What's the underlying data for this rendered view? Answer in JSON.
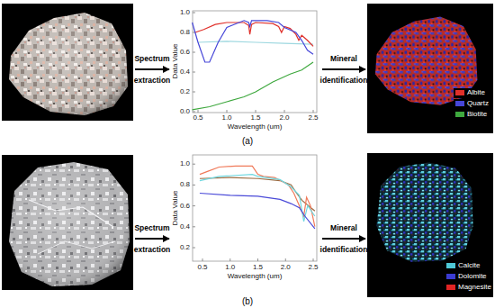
{
  "diagram": {
    "nodes": [
      {
        "text": []
      },
      {
        "text": [
          "Data Value",
          "Wavelength (um)"
        ]
      },
      {
        "text": []
      },
      {
        "text": []
      },
      {
        "text": [
          "Data Value",
          "Wavelength (um)"
        ]
      },
      {
        "text": []
      }
    ],
    "edges": [
      {
        "from": 0,
        "to": 1,
        "arrow": "to",
        "label": "Spectrum extraction"
      },
      {
        "from": 1,
        "to": 2,
        "arrow": "to",
        "label": "Mineral identification"
      },
      {
        "from": 3,
        "to": 4,
        "arrow": "to",
        "label": "Spectrum extraction"
      },
      {
        "from": 4,
        "to": 5,
        "arrow": "to",
        "label": "Mineral identification"
      }
    ],
    "labels": [
      "1.0",
      "0.8",
      "0.6",
      "0.4",
      "0.2",
      "0.0",
      "0.5",
      "1.0",
      "1.5",
      "2.0",
      "2.5",
      "(a)",
      "1.0",
      "0.8",
      "0.6",
      "0.4",
      "0.2",
      "0.5",
      "1.0",
      "1.5",
      "2.0",
      "2.5",
      "(b)"
    ],
    "legend": [
      {
        "text": "Albite",
        "color": "#e0302a"
      },
      {
        "text": "Quartz",
        "color": "#4646d8"
      },
      {
        "text": "Biotite",
        "color": "#3ea83e"
      },
      {
        "text": "Calcite",
        "color": "#4ec8d6"
      },
      {
        "text": "Dolomite",
        "color": "#3b3bd0"
      },
      {
        "text": "Magnesite",
        "color": "#e02424"
      }
    ]
  }
}
